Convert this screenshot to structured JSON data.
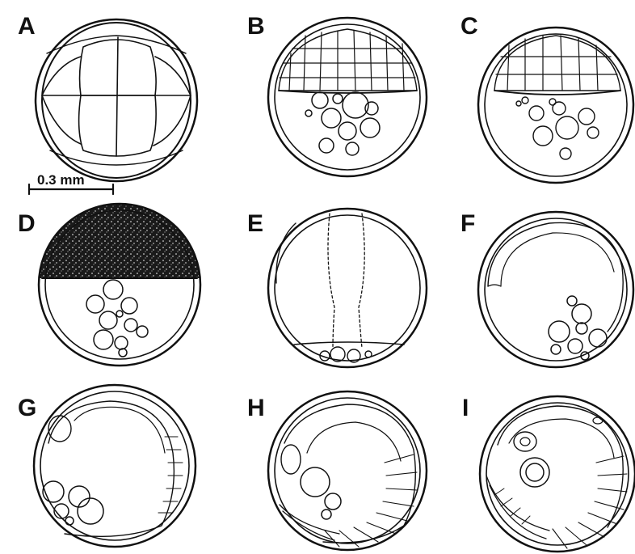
{
  "panels": [
    {
      "id": "A",
      "label": "A"
    },
    {
      "id": "B",
      "label": "B"
    },
    {
      "id": "C",
      "label": "C"
    },
    {
      "id": "D",
      "label": "D"
    },
    {
      "id": "E",
      "label": "E"
    },
    {
      "id": "F",
      "label": "F"
    },
    {
      "id": "G",
      "label": "G"
    },
    {
      "id": "H",
      "label": "H"
    },
    {
      "id": "I",
      "label": "I"
    }
  ],
  "scale_bar": {
    "label": "0.3 mm"
  }
}
